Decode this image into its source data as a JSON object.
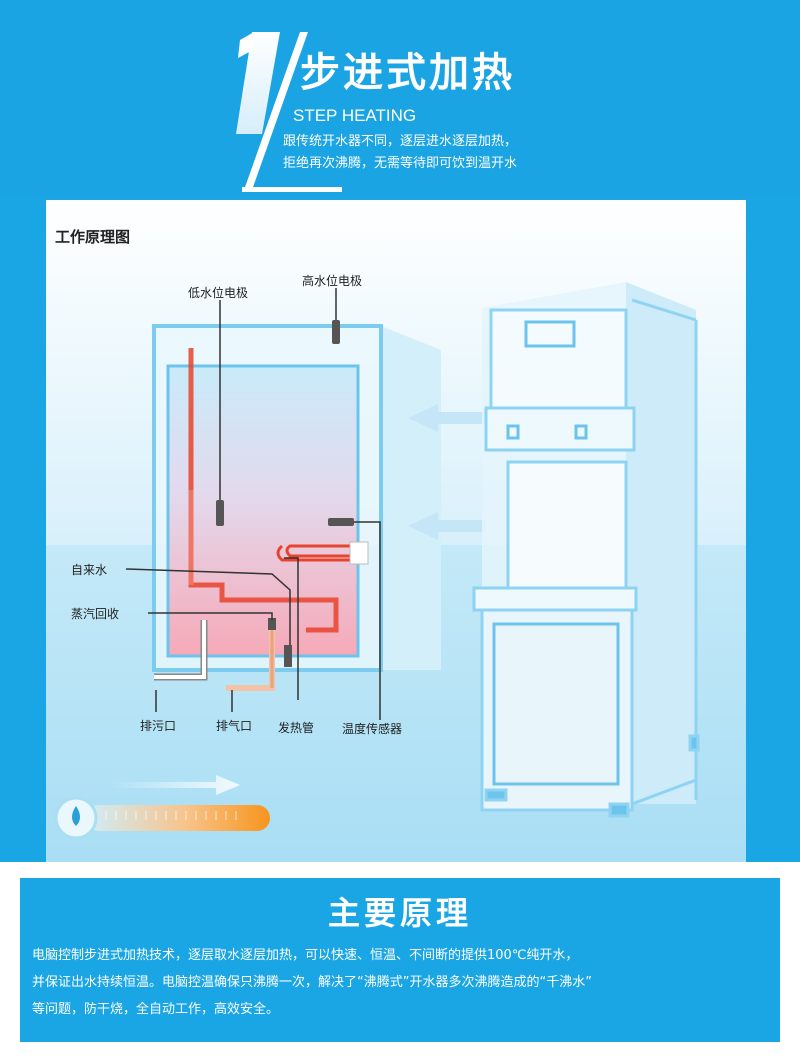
{
  "header": {
    "step_number": "1",
    "title": "步进式加热",
    "subtitle": "STEP HEATING",
    "description": [
      "跟传统开水器不同，逐层进水逐层加热，",
      "拒绝再次沸腾，无需等待即可饮到温开水"
    ]
  },
  "diagram": {
    "title": "工作原理图",
    "labels": {
      "low_electrode": "低水位电极",
      "high_electrode": "高水位电极",
      "tap_water": "自来水",
      "steam_return": "蒸汽回收",
      "drain": "排污口",
      "vent": "排气口",
      "heating_tube": "发热管",
      "temp_sensor": "温度传感器"
    }
  },
  "principle": {
    "title": "主要原理",
    "lines": [
      "电脑控制步进式加热技术，逐层取水逐层加热，可以快速、恒温、不间断的提供100℃纯开水，",
      "并保证出水持续恒温。电脑控温确保只沸腾一次，解决了“沸腾式”开水器多次沸腾造成的“千沸水”",
      "等问题，防干烧，全自动工作，高效安全。"
    ]
  },
  "colors": {
    "brand_blue": "#1aa6e4",
    "heating_red": "#e8432d",
    "thermo_orange": "#f7941d"
  }
}
